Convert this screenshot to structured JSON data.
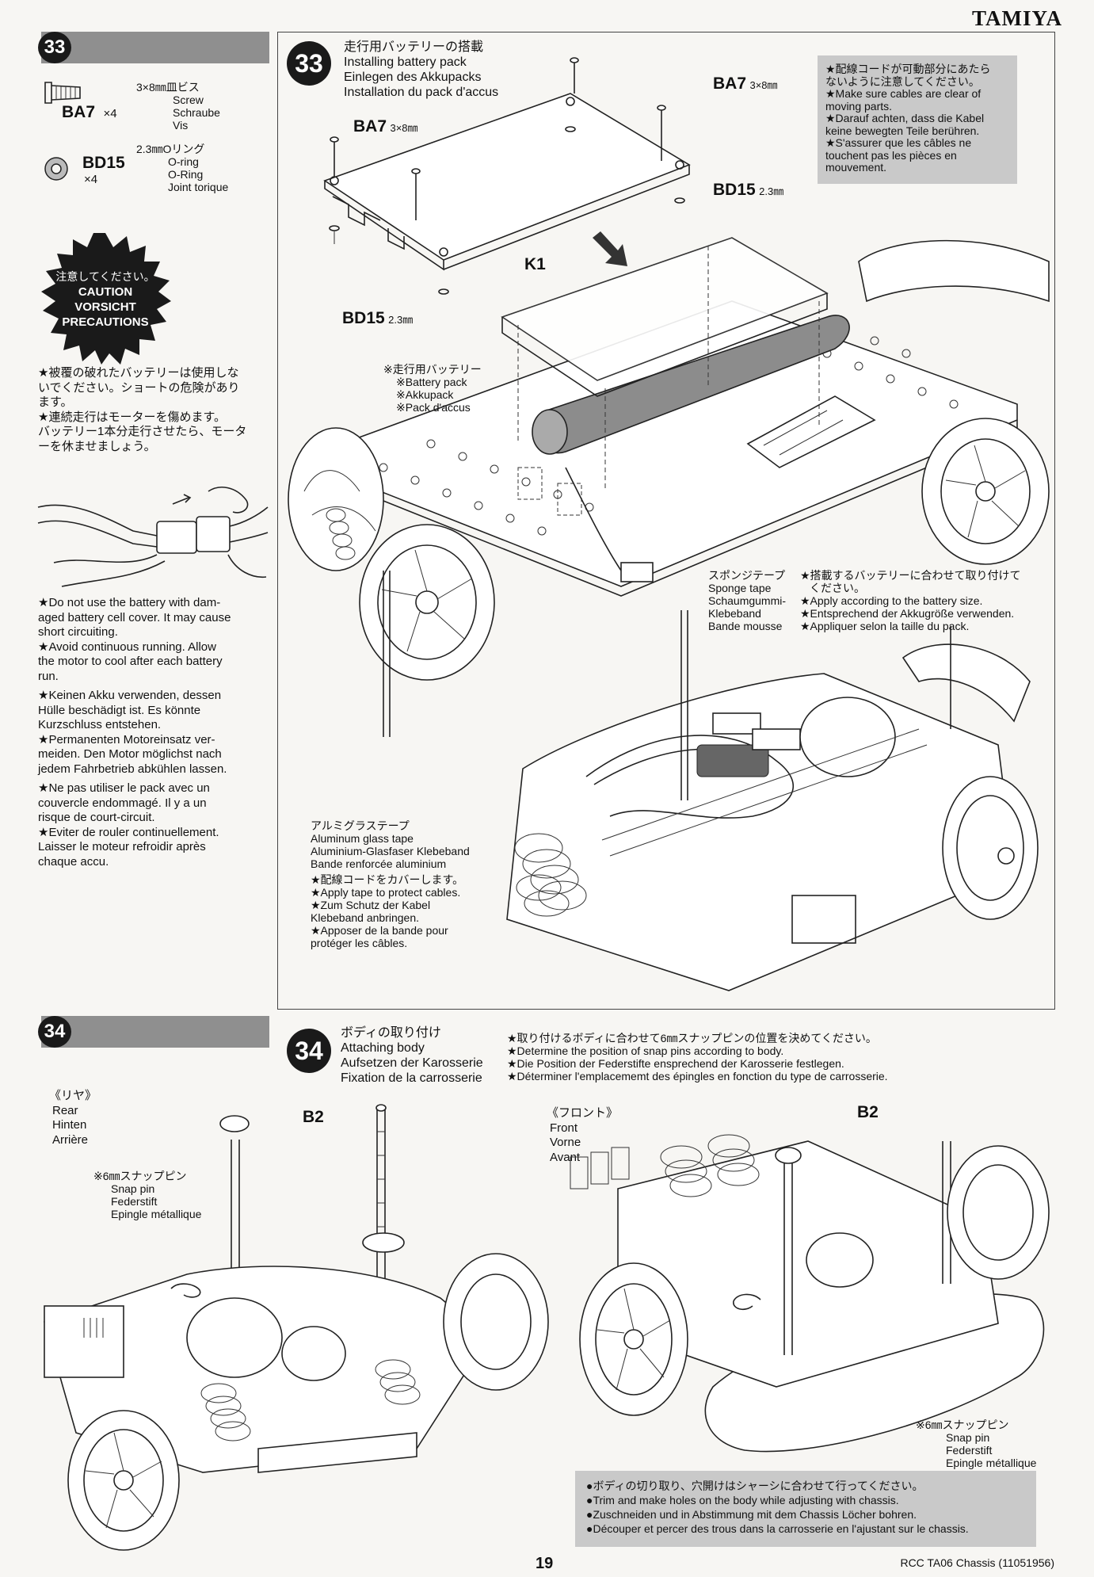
{
  "header": {
    "brand": "TAMIYA"
  },
  "step33": {
    "number": "33",
    "parts": [
      {
        "code": "BA7",
        "qty": "×4",
        "desc": [
          "3×8㎜皿ビス",
          "Screw",
          "Schraube",
          "Vis"
        ]
      },
      {
        "code": "BD15",
        "qty": "×4",
        "desc": [
          "2.3㎜Oリング",
          "O-ring",
          "O-Ring",
          "Joint torique"
        ]
      }
    ],
    "caution_badge": [
      "注意してください。",
      "CAUTION",
      "VORSICHT",
      "PRECAUTIONS"
    ],
    "caution_jp": [
      "★被覆の破れたバッテリーは使用しな",
      "いでください。ショートの危険があり",
      "ます。",
      "★連続走行はモーターを傷めます。",
      "バッテリー1本分走行させたら、モータ",
      "ーを休ませましょう。"
    ],
    "caution_en": [
      "★Do not use the battery with dam-",
      "aged battery cell cover. It may cause",
      "short circuiting.",
      "★Avoid continuous running. Allow",
      "the motor to cool after each battery",
      "run."
    ],
    "caution_de": [
      "★Keinen Akku verwenden, dessen",
      "Hülle beschädigt ist. Es könnte",
      "Kurzschluss entstehen.",
      "★Permanenten Motoreinsatz ver-",
      "meiden. Den Motor möglichst nach",
      "jedem Fahrbetrieb abkühlen lassen."
    ],
    "caution_fr": [
      "★Ne pas utiliser le pack avec un",
      "couvercle endommagé. Il y a un",
      "risque de court-circuit.",
      "★Eviter de rouler continuellement.",
      "Laisser le moteur refroidir après",
      "chaque accu."
    ],
    "title": [
      "走行用バッテリーの搭載",
      "Installing battery pack",
      "Einlegen des Akkupacks",
      "Installation du pack d'accus"
    ],
    "note_box": [
      "★配線コードが可動部分にあたら",
      "ないように注意してください。",
      "★Make sure cables are clear of",
      "moving parts.",
      "★Darauf achten, dass die Kabel",
      "keine bewegten Teile berühren.",
      "★S'assurer que les câbles ne",
      "touchent pas les pièces en",
      "mouvement."
    ],
    "labels": {
      "ba7_right": "BA7",
      "ba7_right_size": "3×8㎜",
      "ba7_left": "BA7",
      "ba7_left_size": "3×8㎜",
      "bd15_right": "BD15",
      "bd15_right_size": "2.3㎜",
      "bd15_left": "BD15",
      "bd15_left_size": "2.3㎜",
      "k1": "K1",
      "battery": [
        "※走行用バッテリー",
        "※Battery pack",
        "※Akkupack",
        "※Pack d'accus"
      ],
      "sponge": [
        "スポンジテープ",
        "Sponge tape",
        "Schaumgummi-",
        "Klebeband",
        "Bande mousse"
      ],
      "sponge_note": [
        "★搭載するバッテリーに合わせて取り付けて",
        "ください。",
        "★Apply according to the battery size.",
        "★Entsprechend der Akkugröße verwenden.",
        "★Appliquer selon la taille du pack."
      ],
      "tape": [
        "アルミグラステープ",
        "Aluminum glass tape",
        "Aluminium-Glasfaser Klebeband",
        "Bande renforcée aluminium"
      ],
      "tape_note": [
        "★配線コードをカバーします。",
        "★Apply tape to protect cables.",
        "★Zum Schutz der Kabel",
        "Klebeband anbringen.",
        "★Apposer de la bande pour",
        "protéger les câbles."
      ]
    }
  },
  "step34": {
    "number": "34",
    "title": [
      "ボディの取り付け",
      "Attaching body",
      "Aufsetzen der Karosserie",
      "Fixation de la carrosserie"
    ],
    "note": [
      "★取り付けるボディに合わせて6㎜スナップピンの位置を決めてください。",
      "★Determine the position of snap pins according to body.",
      "★Die Position der Federstifte ensprechend der Karosserie festlegen.",
      "★Déterminer l'emplacememt des épingles en fonction du type de carrosserie."
    ],
    "rear": [
      "《リヤ》",
      "Rear",
      "Hinten",
      "Arrière"
    ],
    "front": [
      "《フロント》",
      "Front",
      "Vorne",
      "Avant"
    ],
    "b2_left": "B2",
    "b2_right": "B2",
    "snap_left": [
      "※6㎜スナップピン",
      "Snap pin",
      "Federstift",
      "Epingle métallique"
    ],
    "snap_right": [
      "※6㎜スナップピン",
      "Snap pin",
      "Federstift",
      "Epingle métallique"
    ],
    "bottom_note": [
      "●ボディの切り取り、穴開けはシャーシに合わせて行ってください。",
      "●Trim and make holes on the body while adjusting with chassis.",
      "●Zuschneiden und in Abstimmung mit dem Chassis Löcher bohren.",
      "●Découper et percer des trous dans la carrosserie en l'ajustant sur le chassis."
    ]
  },
  "footer": {
    "page_number": "19",
    "doc_title": "RCC TA06 Chassis (11051956)"
  }
}
